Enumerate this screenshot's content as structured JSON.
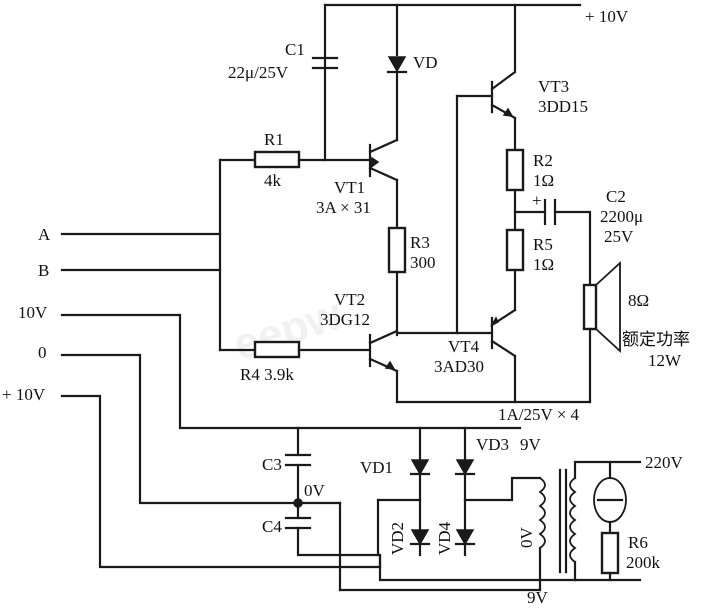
{
  "supply": {
    "pos": "+ 10V"
  },
  "inputs": {
    "a": "A",
    "b": "B",
    "v10": "10V",
    "zero": "0",
    "pos10": "+ 10V"
  },
  "components": {
    "c1_name": "C1",
    "c1_value": "22μ/25V",
    "vd": "VD",
    "r1_name": "R1",
    "r1_value": "4k",
    "vt1_name": "VT1",
    "vt1_type": "3A × 31",
    "r3_name": "R3",
    "r3_value": "300",
    "vt2_name": "VT2",
    "vt2_type": "3DG12",
    "r4_label": "R4  3.9k",
    "vt3_name": "VT3",
    "vt3_type": "3DD15",
    "r2_name": "R2",
    "r2_value": "1Ω",
    "r5_name": "R5",
    "r5_value": "1Ω",
    "c2_name": "C2",
    "c2_value": "2200μ",
    "c2_volt": "25V",
    "c2_plus": "+",
    "spk_value": "8Ω",
    "spk_power_label": "额定功率",
    "spk_power": "12W",
    "vt4_name": "VT4",
    "vt4_type": "3AD30",
    "diode_rating": "1A/25V × 4",
    "c3": "C3",
    "c4": "C4",
    "zero_v": "0V",
    "vd1": "VD1",
    "vd2": "VD2",
    "vd3": "VD3",
    "vd4": "VD4",
    "nine_v_top": "9V",
    "nine_v_bottom": "9V",
    "zero_v_tr": "0V",
    "mains": "220V",
    "r6_name": "R6",
    "r6_value": "200k"
  },
  "colors": {
    "ink": "#1a1a1a",
    "background": "#ffffff"
  }
}
